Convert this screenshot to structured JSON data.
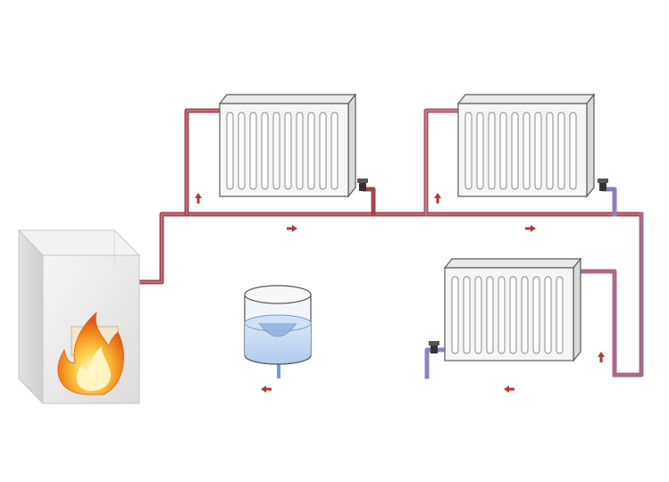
{
  "diagram": {
    "description_visible_text": [],
    "components": {
      "boiler": {
        "icon": "boiler-icon"
      },
      "flame": {
        "icon": "flame-icon"
      },
      "expansion_tank": {
        "icon": "expansion-tank-icon"
      },
      "radiators": [
        {
          "id": "radiator-top-left",
          "icon": "radiator-icon"
        },
        {
          "id": "radiator-top-right",
          "icon": "radiator-icon"
        },
        {
          "id": "radiator-bottom-right",
          "icon": "radiator-icon"
        }
      ]
    },
    "flow": {
      "supply_direction": "right",
      "return_direction": "left",
      "riser_direction": "up"
    },
    "colors": {
      "supply_pipe": "#a3444f",
      "supply_pipe_light": "#b57a8c",
      "return_pipe": "#8f82c6",
      "return_pipe_cold": "#3f8fd8",
      "arrow": "#b03a3a",
      "radiator_face": "#f4f4f4",
      "radiator_outline": "#5a5a5a",
      "boiler_face": "#ececec",
      "tank_water": "#b9d2f0",
      "flame_outer": "#f4a11c",
      "flame_inner": "#fff4b0"
    }
  }
}
